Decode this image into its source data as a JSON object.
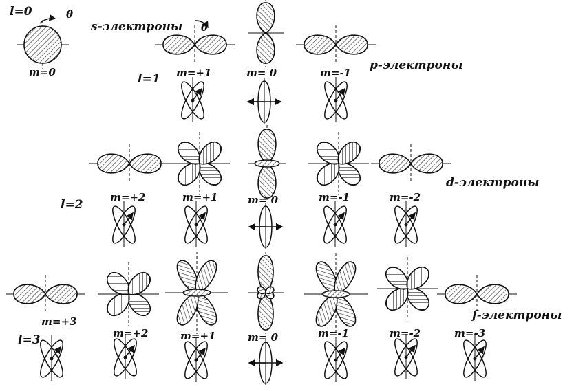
{
  "figure": {
    "title": "",
    "rows": [
      {
        "l_label": "l=0",
        "group_label": "s-электроны",
        "orbitals": [
          {
            "m_label": "m=0",
            "type": "s"
          }
        ]
      },
      {
        "l_label": "l=1",
        "group_label": "p-электроны",
        "orbitals": [
          {
            "m_label": "m=+1",
            "type": "h1"
          },
          {
            "m_label": "m= 0",
            "type": "v1"
          },
          {
            "m_label": "m=-1",
            "type": "h1"
          }
        ]
      },
      {
        "l_label": "l=2",
        "group_label": "d-электроны",
        "orbitals": [
          {
            "m_label": "m=+2",
            "type": "h1"
          },
          {
            "m_label": "m=+1",
            "type": "x4"
          },
          {
            "m_label": "m= 0",
            "type": "d0"
          },
          {
            "m_label": "m=-1",
            "type": "x4"
          },
          {
            "m_label": "m=-2",
            "type": "h1"
          }
        ]
      },
      {
        "l_label": "l=3",
        "group_label": "f-электроны",
        "orbitals": [
          {
            "m_label": "m=+3",
            "type": "h1"
          },
          {
            "m_label": "m=+2",
            "type": "x4"
          },
          {
            "m_label": "m=+1",
            "type": "f1"
          },
          {
            "m_label": "m= 0",
            "type": "f0"
          },
          {
            "m_label": "m=-1",
            "type": "f1"
          },
          {
            "m_label": "m=-2",
            "type": "x4"
          },
          {
            "m_label": "m=-3",
            "type": "h1"
          }
        ]
      }
    ],
    "angle_symbol": "θ",
    "colors": {
      "ink": "#111111",
      "hatch": "#222222",
      "background": "#ffffff"
    }
  }
}
